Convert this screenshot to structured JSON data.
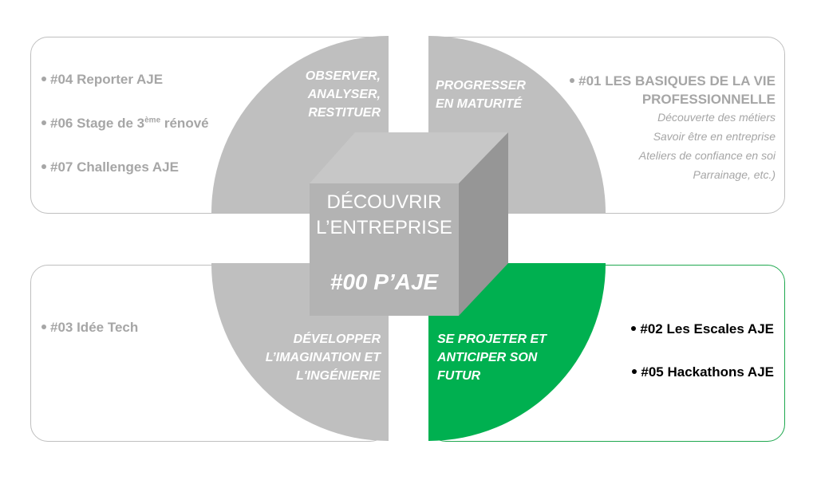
{
  "colors": {
    "gray_quadrant": "#bfbfbf",
    "green_quadrant": "#00b050",
    "panel_border": "#bfbfbf",
    "active_border": "#1fa84f",
    "muted_text": "#a6a6a6",
    "dark_text": "#000000"
  },
  "center": {
    "line1": "DÉCOUVRIR",
    "line2": "L’ENTREPRISE",
    "code": "#00 P’AJE"
  },
  "quadrants": {
    "top_left": {
      "label": [
        "OBSERVER,",
        "ANALYSER,",
        "RESTITUER"
      ]
    },
    "top_right": {
      "label": [
        "PROGRESSER",
        "EN MATURITÉ"
      ]
    },
    "bottom_left": {
      "label": [
        "DÉVELOPPER",
        "L’IMAGINATION ET",
        "L'INGÉNIERIE"
      ]
    },
    "bottom_right": {
      "label": [
        "SE PROJETER ET",
        "ANTICIPER SON",
        "FUTUR"
      ]
    }
  },
  "panels": {
    "top_left": {
      "items": [
        {
          "text": "#04 Reporter AJE"
        },
        {
          "text": "#06 Stage de 3",
          "sup": "ème",
          "after": " rénové"
        },
        {
          "text": "#07 Challenges AJE"
        }
      ]
    },
    "top_right": {
      "title_line1": "#01 LES BASIQUES DE LA VIE",
      "title_line2": "PROFESSIONNELLE",
      "details": [
        "Découverte des métiers",
        "Savoir être en entreprise",
        "Ateliers de confiance en soi",
        "Parrainage, etc.)"
      ]
    },
    "bottom_left": {
      "items": [
        {
          "text": "#03 Idée Tech"
        }
      ]
    },
    "bottom_right": {
      "items": [
        {
          "text": "#02 Les Escales AJE"
        },
        {
          "text": "#05 Hackathons AJE"
        }
      ]
    }
  }
}
